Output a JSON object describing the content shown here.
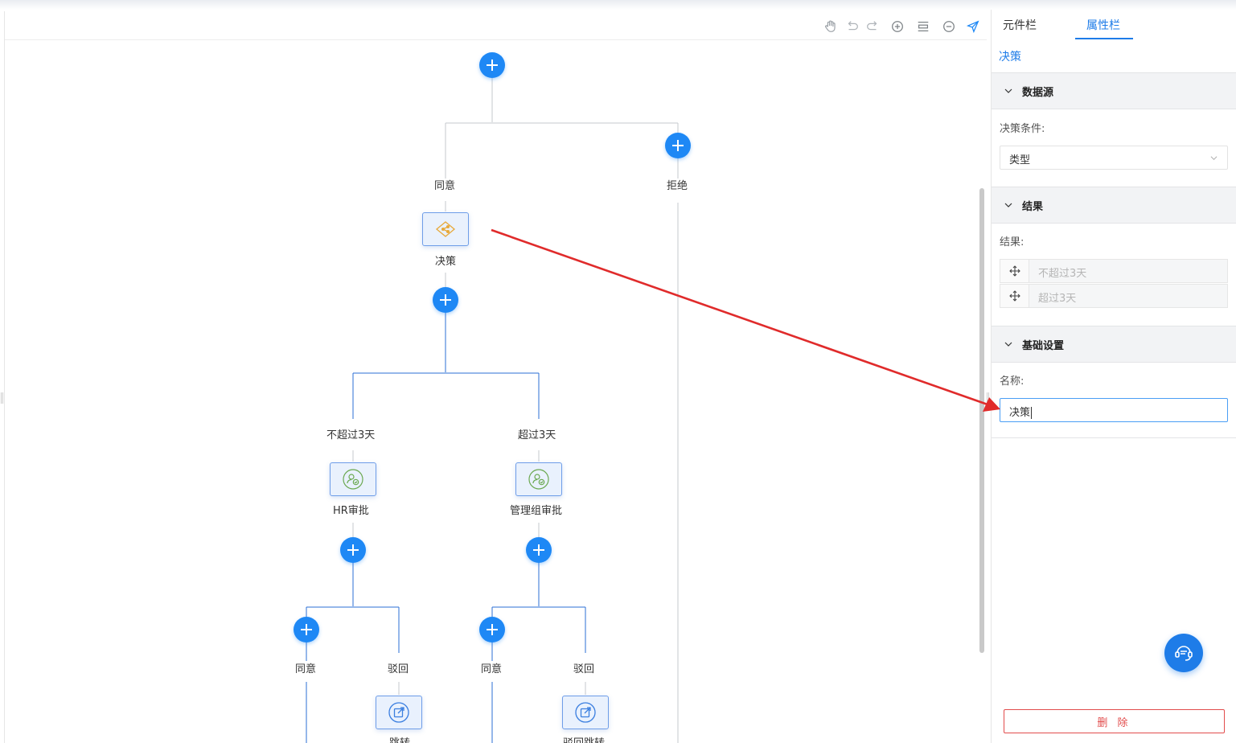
{
  "toolbar": {
    "icons": [
      "hand-icon",
      "undo-icon",
      "redo-icon",
      "zoom-in-icon",
      "fit-icon",
      "zoom-out-icon",
      "publish-icon"
    ]
  },
  "flow": {
    "branch_top_left": "同意",
    "branch_top_right": "拒绝",
    "decision_node": "决策",
    "cond_left": "不超过3天",
    "cond_right": "超过3天",
    "approval_left": "HR审批",
    "approval_right": "管理组审批",
    "ll_agree": "同意",
    "ll_reject": "驳回",
    "rl_agree": "同意",
    "rl_reject": "驳回",
    "jump_left": "跳转",
    "jump_right": "驳回跳转"
  },
  "panel": {
    "tab_components": "元件栏",
    "tab_properties": "属性栏",
    "breadcrumb": "决策",
    "section_datasource": "数据源",
    "label_condition": "决策条件:",
    "condition_value": "类型",
    "section_result": "结果",
    "label_result": "结果:",
    "results": [
      "不超过3天",
      "超过3天"
    ],
    "section_basic": "基础设置",
    "label_name": "名称:",
    "name_value": "决策",
    "delete_label": "删 除"
  },
  "colors": {
    "accent": "#1e88f5",
    "danger": "#e24c4c",
    "annotation_arrow": "#e02b2b"
  }
}
